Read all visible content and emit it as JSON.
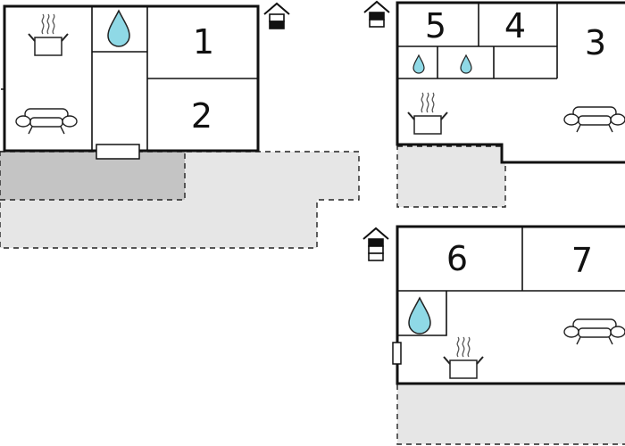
{
  "floorplan": {
    "room_labels": {
      "r1": "1",
      "r2": "2",
      "r3": "3",
      "r4": "4",
      "r5": "5",
      "r6": "6",
      "r7": "7"
    },
    "colors": {
      "wall": "#111111",
      "terrace_light": "#e6e6e6",
      "terrace_dark": "#c4c4c4",
      "water": "#8fd9e6",
      "outline": "#222222"
    },
    "icons": [
      "house-level-icon",
      "cooking-pot-icon",
      "sofa-icon",
      "water-drop-icon",
      "door-icon"
    ]
  }
}
